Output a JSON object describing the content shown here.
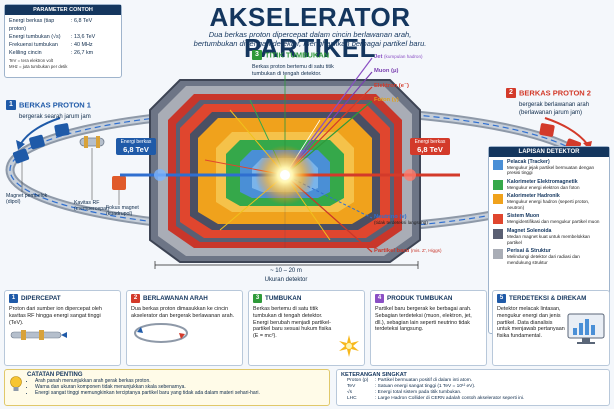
{
  "params": {
    "title": "PARAMETER CONTOH",
    "items": [
      {
        "k": "Energi berkas (tiap proton)",
        "v": ": 6,8 TeV"
      },
      {
        "k": "Energi tumbukan (√s)",
        "v": ": 13,6 TeV"
      },
      {
        "k": "Frekuensi tumbukan",
        "v": ": 40 MHz"
      },
      {
        "k": "Keliling cincin",
        "v": ": 26,7 km"
      }
    ],
    "note1": "TeV = tera elektron volt",
    "note2": "MHz = juta tumbukan per detik"
  },
  "header": {
    "title": "AKSELERATOR PARTIKEL",
    "subtitle1": "Dua berkas proton dipercepat dalam cincin berlawanan arah,",
    "subtitle2": "bertumbukan di tengah detektor, menghasilkan berbagai partikel baru."
  },
  "beam1": {
    "num": "1",
    "title": "BERKAS PROTON 1",
    "sub": "bergerak searah jarum jam",
    "energy_label": "Energi berkas",
    "energy": "6,8 TeV"
  },
  "beam2": {
    "num": "2",
    "title": "BERKAS PROTON 2",
    "sub1": "bergerak berlawanan arah",
    "sub2": "(berlawanan jarum jam)",
    "energy_label": "Energi berkas",
    "energy": "6,8 TeV"
  },
  "collision": {
    "num": "3",
    "title": "TITIK TUMBUKAN",
    "sub1": "Berkas proton bertemu di satu titik",
    "sub2": "tumbukan di tengah detektor."
  },
  "components": {
    "dipole1": "Magnet pembelok",
    "dipole2": "(dipol)",
    "rf1": "Kavitas RF",
    "rf2": "(mempercepat)",
    "quad1": "Fokus magnet",
    "quad2": "(kuadrupol)"
  },
  "particles": {
    "jet": "Jet",
    "jet_note": "(kumpulan hadron)",
    "muon": "Muon (μ)",
    "electron": "Elektron (e⁻)",
    "photon": "Foton (γ)",
    "neutrino": "Neutrino (ν)",
    "neutrino_note": "(tidak terdeteksi langsung)",
    "new": "Partikel baru",
    "new_note": "(mis. Z', Higgs)"
  },
  "dimension": {
    "value": "~ 10 – 20 m",
    "label": "Ukuran detektor"
  },
  "legend": {
    "title": "LAPISAN DETEKTOR",
    "items": [
      {
        "t": "Pelacak (Tracker)",
        "d": "Mengukur jejak partikel bermuatan dengan presisi tinggi",
        "color": "#4a8fd6"
      },
      {
        "t": "Kalorimeter Elektromagnetik",
        "d": "Mengukur energi elektron dan foton",
        "color": "#35a84a"
      },
      {
        "t": "Kalorimeter Hadronik",
        "d": "Mengukur energi hadron (seperti proton, neutron)",
        "color": "#f0a21c"
      },
      {
        "t": "Sistem Muon",
        "d": "Mengidentifikasi dan mengukur partikel muon",
        "color": "#e0462e"
      },
      {
        "t": "Magnet Solenoida",
        "d": "Medan magnet kuat untuk membelokkan partikel",
        "color": "#5a5f73"
      },
      {
        "t": "Perisai & Struktur",
        "d": "Melindungi detektor dari radiasi dan mendukung struktur",
        "color": "#a9adb6"
      }
    ]
  },
  "steps": [
    {
      "num": "1",
      "title": "DIPERCEPAT",
      "body": "Proton dari sumber ion dipercepat oleh kavitas RF hingga energi sangat tinggi (TeV).",
      "color": "#1f5aa8"
    },
    {
      "num": "2",
      "title": "BERLAWANAN ARAH",
      "body": "Dua berkas proton dimasukkan ke cincin akselerator dan bergerak berlawanan arah.",
      "color": "#d33a2a"
    },
    {
      "num": "3",
      "title": "TUMBUKAN",
      "body": "Berkas bertemu di satu titik tumbukan di tengah detektor. Energi berubah menjadi partikel-partikel baru sesuai hukum fisika (E = mc²).",
      "color": "#2f9a3a"
    },
    {
      "num": "4",
      "title": "PRODUK TUMBUKAN",
      "body": "Partikel baru bergerak ke berbagai arah. Sebagian terdeteksi (muon, elektron, jet, dll.), sebagian lain seperti neutrino tidak terdeteksi langsung.",
      "color": "#8a4fc4"
    },
    {
      "num": "5",
      "title": "TERDETEKSI & DIREKAM",
      "body": "Detektor melacak lintasan, mengukur energi dan jenis partikel. Data dianalisis untuk menjawab pertanyaan fisika fundamental.",
      "color": "#1f5aa8"
    }
  ],
  "notes": {
    "title": "CATATAN PENTING",
    "items": [
      "Arah panah menunjukkan arah gerak berkas proton.",
      "Warna dan ukuran komponen tidak menunjukkan skala sebenarnya.",
      "Energi sangat tinggi memungkinkan terciptanya partikel baru yang tidak ada dalam materi sehari-hari."
    ]
  },
  "glossary": {
    "title": "KETERANGAN SINGKAT",
    "items": [
      {
        "k": "Proton (p)",
        "v": ": Partikel bermuatan positif di dalam inti atom."
      },
      {
        "k": "TeV",
        "v": ": Satuan energi sangat tinggi (1 TeV = 10¹² eV)."
      },
      {
        "k": "√s",
        "v": ": Energi total sistem pada titik tumbukan."
      },
      {
        "k": "LHC",
        "v": ": Large Hadron Collider di CERN adalah contoh akselerator seperti ini."
      }
    ]
  }
}
